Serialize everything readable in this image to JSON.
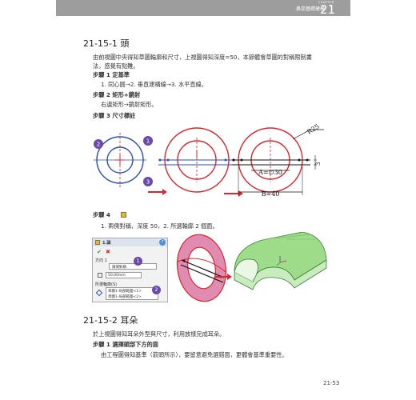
{
  "header": {
    "title": "鼻蕊基礎建模",
    "chapter_label": "CHAPTER",
    "chapter_number": "21"
  },
  "section1": {
    "heading": "21-15-1 頭",
    "intro": [
      "由前視圖中央得知草圖輪廓和尺寸，上視圖得知深度=50，本節體會草圖的對稱限制畫",
      "法，感覺有點難。"
    ],
    "step1": {
      "title": "步驟 1 定基準",
      "text": "1. 同心圓→2. 垂直建構線→3. 水平直線。"
    },
    "step2": {
      "title": "步驟 2 矩形+鏡射",
      "text": "右邊矩形→鏡射矩形。"
    },
    "step3": {
      "title": "步驟 3 尺寸標註"
    },
    "figure_labels": {
      "r25": "R25",
      "a": "A=∅30",
      "b": "B=40",
      "dim3": "3"
    },
    "callouts": [
      "1",
      "2",
      "3"
    ],
    "step4": {
      "title": "步驟 4",
      "text": "1. 兩側對稱，深度 50，2. 所選輪廓 2 個面。"
    },
    "panel": {
      "title": "1.頭",
      "direction": "方向 1",
      "mode": "兩側對稱",
      "depth": "50.00mm",
      "contours_label": "所選輪廓(S)",
      "contour_items": [
        "草圖1-局部範圍<1>",
        "草圖1-局部範圍<2>"
      ]
    }
  },
  "section2": {
    "heading": "21-15-2 耳朵",
    "intro": "於上視圖得知耳朵外型與尺寸，利用放樣完成耳朵。",
    "step1": {
      "title": "步驟 1 選擇頭部下方的面",
      "text": "由工程圖得知基準（箭頭所示），要留意避免選錯面，更體會基準重要性。"
    }
  },
  "page_number": "21-53",
  "colors": {
    "header": "#9d9d9d",
    "callout": "#6a4aa6",
    "red": "#e0242b",
    "blue": "#2a4fb5",
    "green": "#7ec87a",
    "pink": "#e08cb0"
  }
}
